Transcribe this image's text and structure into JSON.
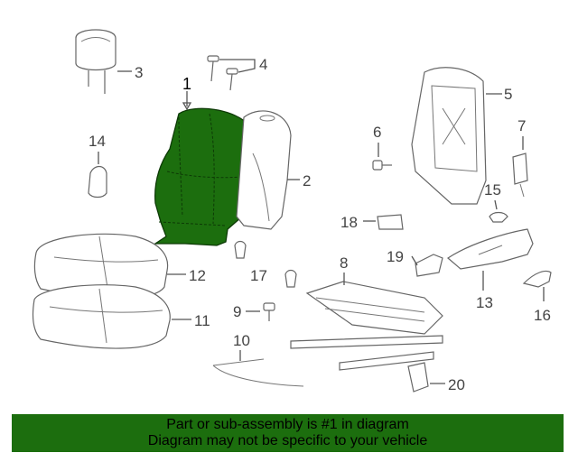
{
  "colors": {
    "highlight_part": "#1c6e0e",
    "banner_background": "#1c6e0e",
    "banner_text": "#000000",
    "line_art": "#666666"
  },
  "callouts": {
    "c1": "1",
    "c2": "2",
    "c3": "3",
    "c4": "4",
    "c5": "5",
    "c6": "6",
    "c7": "7",
    "c8": "8",
    "c9": "9",
    "c10": "10",
    "c11": "11",
    "c12": "12",
    "c13": "13",
    "c14": "14",
    "c15": "15",
    "c16": "16",
    "c17": "17",
    "c18": "18",
    "c19": "19",
    "c20": "20"
  },
  "highlighted_part": "1",
  "banner": {
    "line1": "Part or sub-assembly is #1 in diagram",
    "line2": "Diagram may not be specific to your vehicle"
  }
}
